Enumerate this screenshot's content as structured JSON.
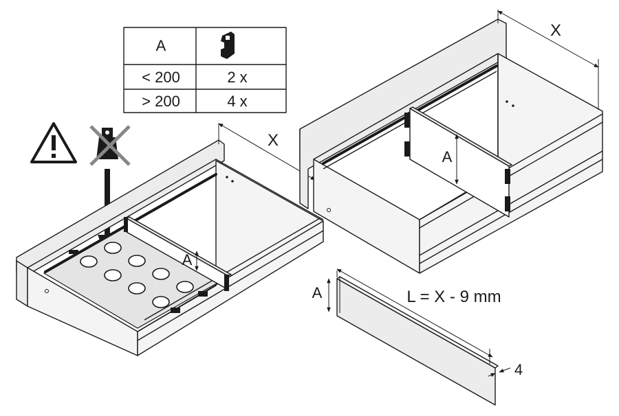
{
  "table": {
    "header_a": "A",
    "header_icon": "clip-connector-icon",
    "rows": [
      {
        "condition": "< 200",
        "quantity": "2 x"
      },
      {
        "condition": "> 200",
        "quantity": "4 x"
      }
    ]
  },
  "warning": {
    "warning_icon": "warning-triangle-icon",
    "prohibited_icon": "crossed-out-weight-icon"
  },
  "dimensions": {
    "width_label_large_drawer": "X",
    "width_label_small_drawer": "X",
    "height_label_large_divider": "A",
    "height_label_small_divider": "A",
    "height_label_panel": "A",
    "length_formula": "L = X - 9 mm",
    "thickness_label": "4"
  },
  "colors": {
    "line": "#1a1a1a",
    "panel_fill": "#ececec",
    "prohibited_cross": "#888888"
  }
}
